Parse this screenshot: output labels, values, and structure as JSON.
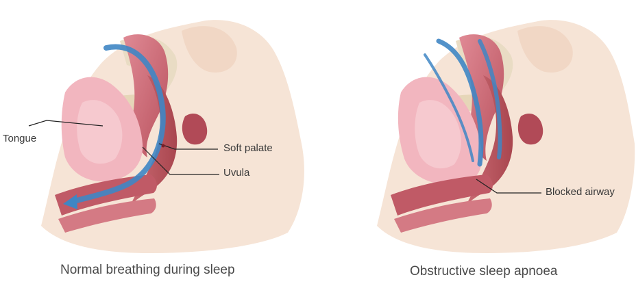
{
  "panels": [
    {
      "caption": "Normal breathing during sleep",
      "labels": {
        "tongue": "Tongue",
        "soft_palate": "Soft palate",
        "uvula": "Uvula"
      }
    },
    {
      "caption": "Obstructive sleep apnoea",
      "labels": {
        "blocked_airway": "Blocked airway"
      }
    }
  ],
  "colors": {
    "skin": "#f6e6d8",
    "tissue": "#c8656f",
    "tongue": "#f2b6bf",
    "bone": "#e9dcc4",
    "airflow": "#3f86c4",
    "leader_line": "#222222"
  }
}
